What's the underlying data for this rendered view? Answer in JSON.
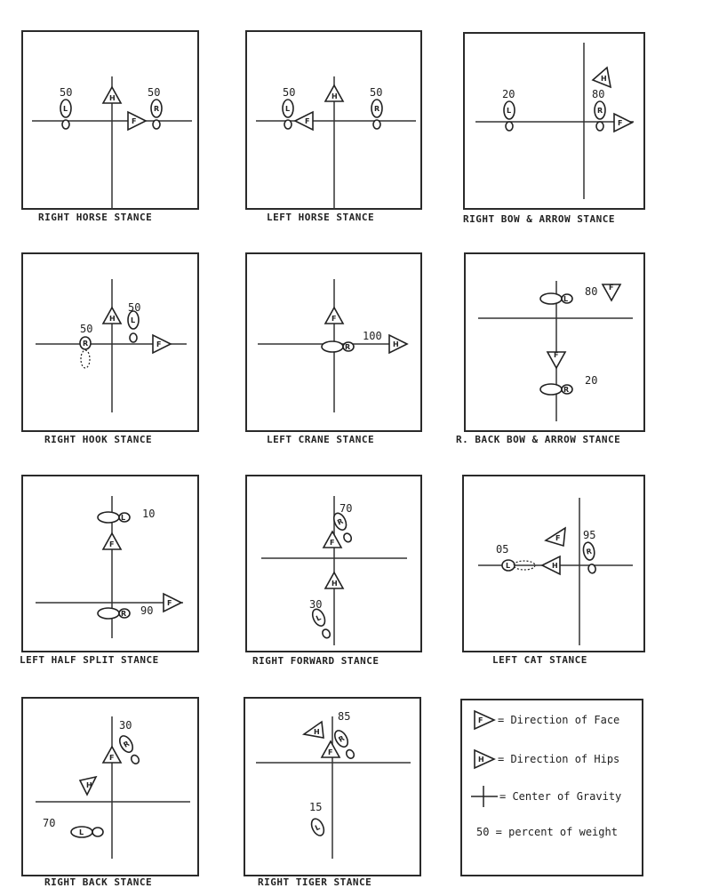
{
  "stances": [
    {
      "caption": "RIGHT HORSE STANCE",
      "feet": [
        {
          "label": "L",
          "weight": "50"
        },
        {
          "label": "R",
          "weight": "50"
        }
      ],
      "face_letter": "F",
      "hips_letter": "H"
    },
    {
      "caption": "LEFT HORSE STANCE",
      "feet": [
        {
          "label": "L",
          "weight": "50"
        },
        {
          "label": "R",
          "weight": "50"
        }
      ],
      "face_letter": "F",
      "hips_letter": "H"
    },
    {
      "caption": "RIGHT BOW & ARROW STANCE",
      "feet": [
        {
          "label": "L",
          "weight": "20"
        },
        {
          "label": "R",
          "weight": "80"
        }
      ],
      "face_letter": "F",
      "hips_letter": "H"
    },
    {
      "caption": "RIGHT HOOK STANCE",
      "feet": [
        {
          "label": "R",
          "weight": "50"
        },
        {
          "label": "L",
          "weight": "50"
        }
      ],
      "face_letter": "F",
      "hips_letter": "H"
    },
    {
      "caption": "LEFT CRANE STANCE",
      "feet": [
        {
          "label": "R",
          "weight": "100"
        }
      ],
      "face_letter": "H",
      "hips_letter": "F"
    },
    {
      "caption": "R. BACK BOW & ARROW STANCE",
      "feet": [
        {
          "label": "L",
          "weight": "80"
        },
        {
          "label": "R",
          "weight": "20"
        }
      ],
      "face_letter": "F",
      "hips_letter": "F"
    },
    {
      "caption": "LEFT HALF SPLIT STANCE",
      "feet": [
        {
          "label": "L",
          "weight": "10"
        },
        {
          "label": "R",
          "weight": "90"
        }
      ],
      "face_letter": "F",
      "hips_letter": "F"
    },
    {
      "caption": "RIGHT FORWARD STANCE",
      "feet": [
        {
          "label": "R",
          "weight": "70"
        },
        {
          "label": "L",
          "weight": "30"
        }
      ],
      "face_letter": "F",
      "hips_letter": "H"
    },
    {
      "caption": "LEFT CAT STANCE",
      "feet": [
        {
          "label": "L",
          "weight": "05"
        },
        {
          "label": "R",
          "weight": "95"
        }
      ],
      "face_letter": "F",
      "hips_letter": "H"
    },
    {
      "caption": "RIGHT BACK STANCE",
      "feet": [
        {
          "label": "R",
          "weight": "30"
        },
        {
          "label": "L",
          "weight": "70"
        }
      ],
      "face_letter": "F",
      "hips_letter": "H"
    },
    {
      "caption": "RIGHT TIGER STANCE",
      "feet": [
        {
          "label": "R",
          "weight": "85"
        },
        {
          "label": "L",
          "weight": "15"
        }
      ],
      "face_letter": "F",
      "hips_letter": "H"
    }
  ],
  "legend": {
    "face_letter": "F",
    "hips_letter": "H",
    "face": "= Direction of Face",
    "hips": "= Direction of Hips",
    "center": "= Center of Gravity",
    "weight": "50 = percent of weight"
  }
}
